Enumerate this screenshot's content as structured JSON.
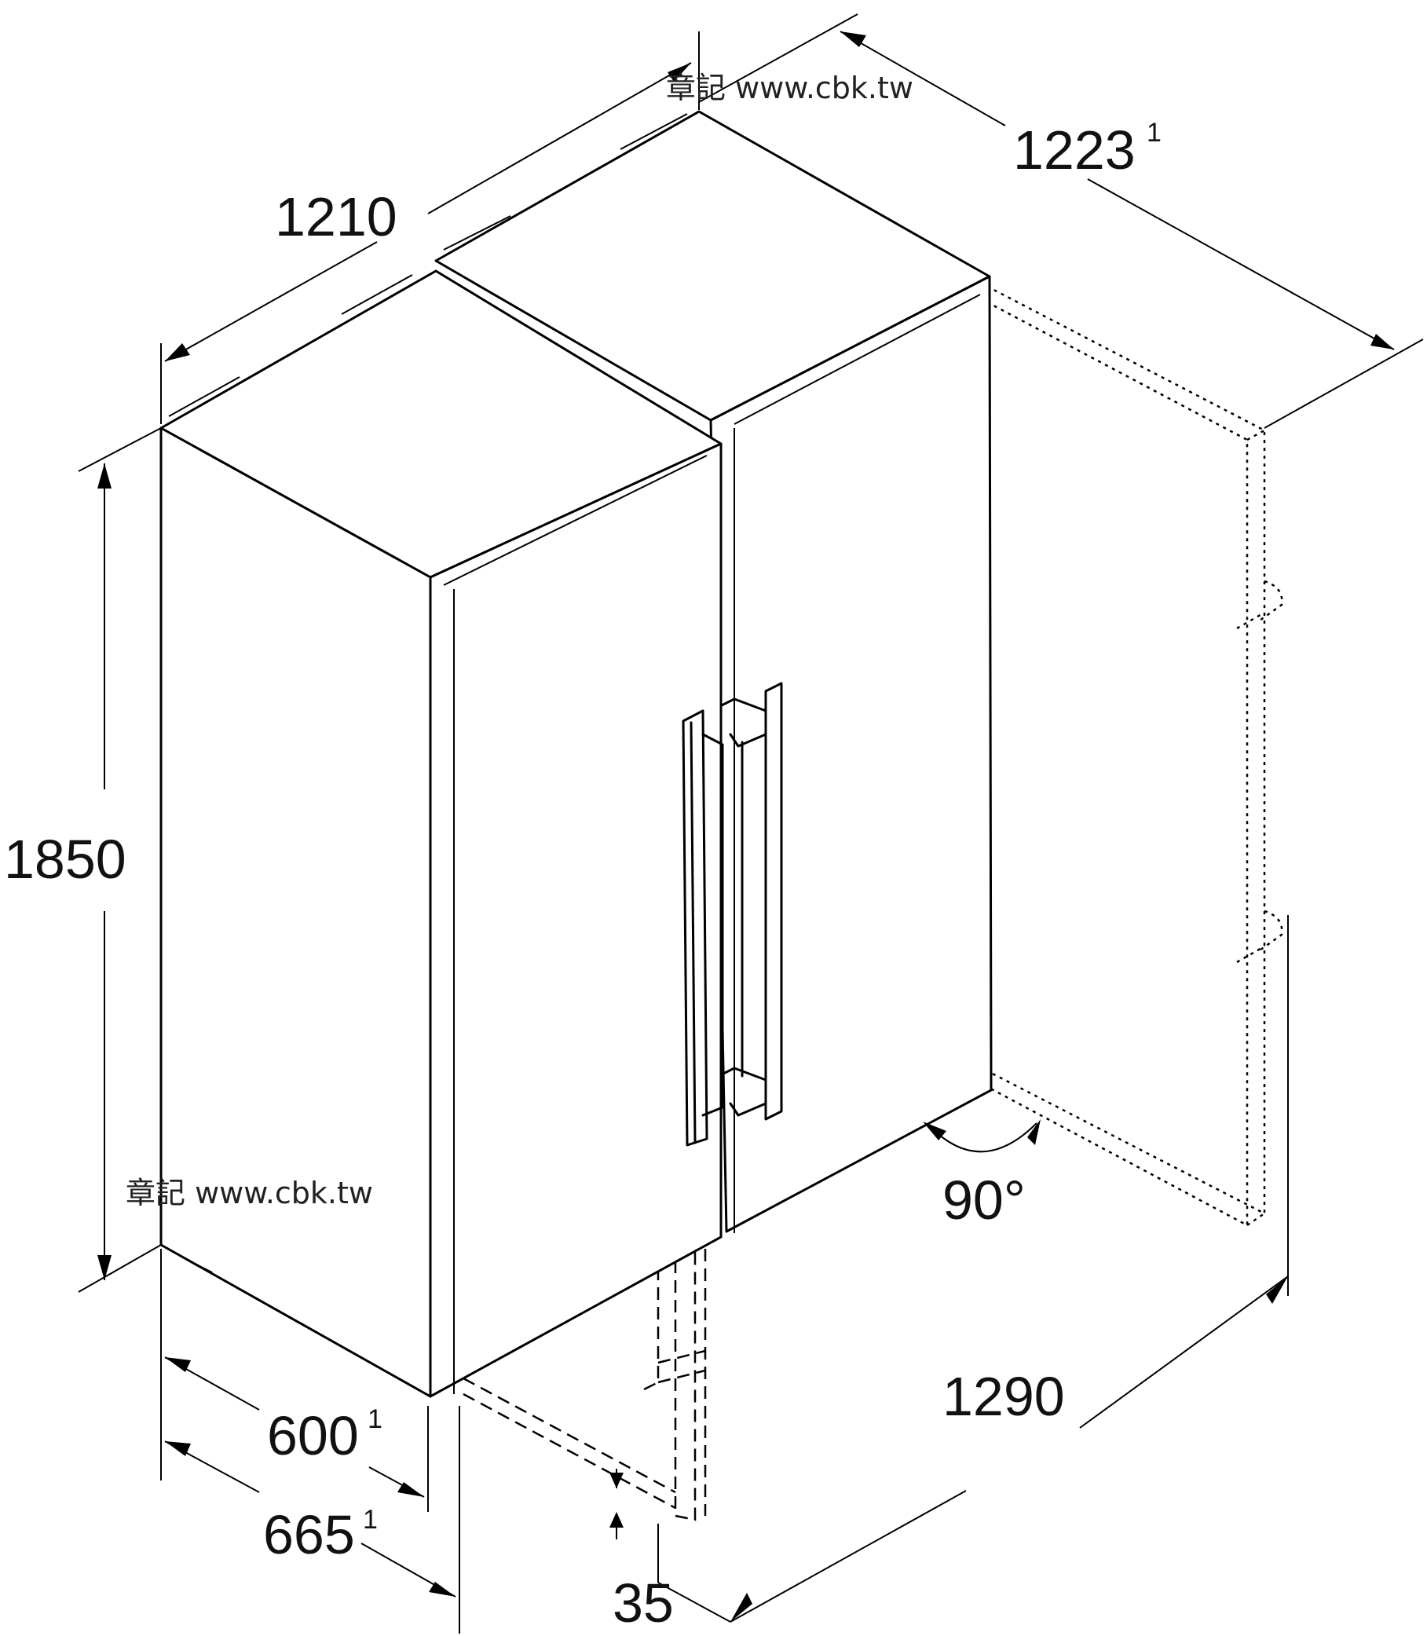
{
  "dimensions": {
    "width_total": "1210",
    "depth_open": {
      "value": "1223",
      "note": "1"
    },
    "height": "1850",
    "depth": {
      "value": "600",
      "note": "1"
    },
    "depth_with_handle": {
      "value": "665",
      "note": "1"
    },
    "door_offset": "35",
    "door_swing_depth": "1290",
    "door_angle": "90°"
  },
  "watermarks": [
    "章記 www.cbk.tw",
    "章記 www.cbk.tw"
  ]
}
